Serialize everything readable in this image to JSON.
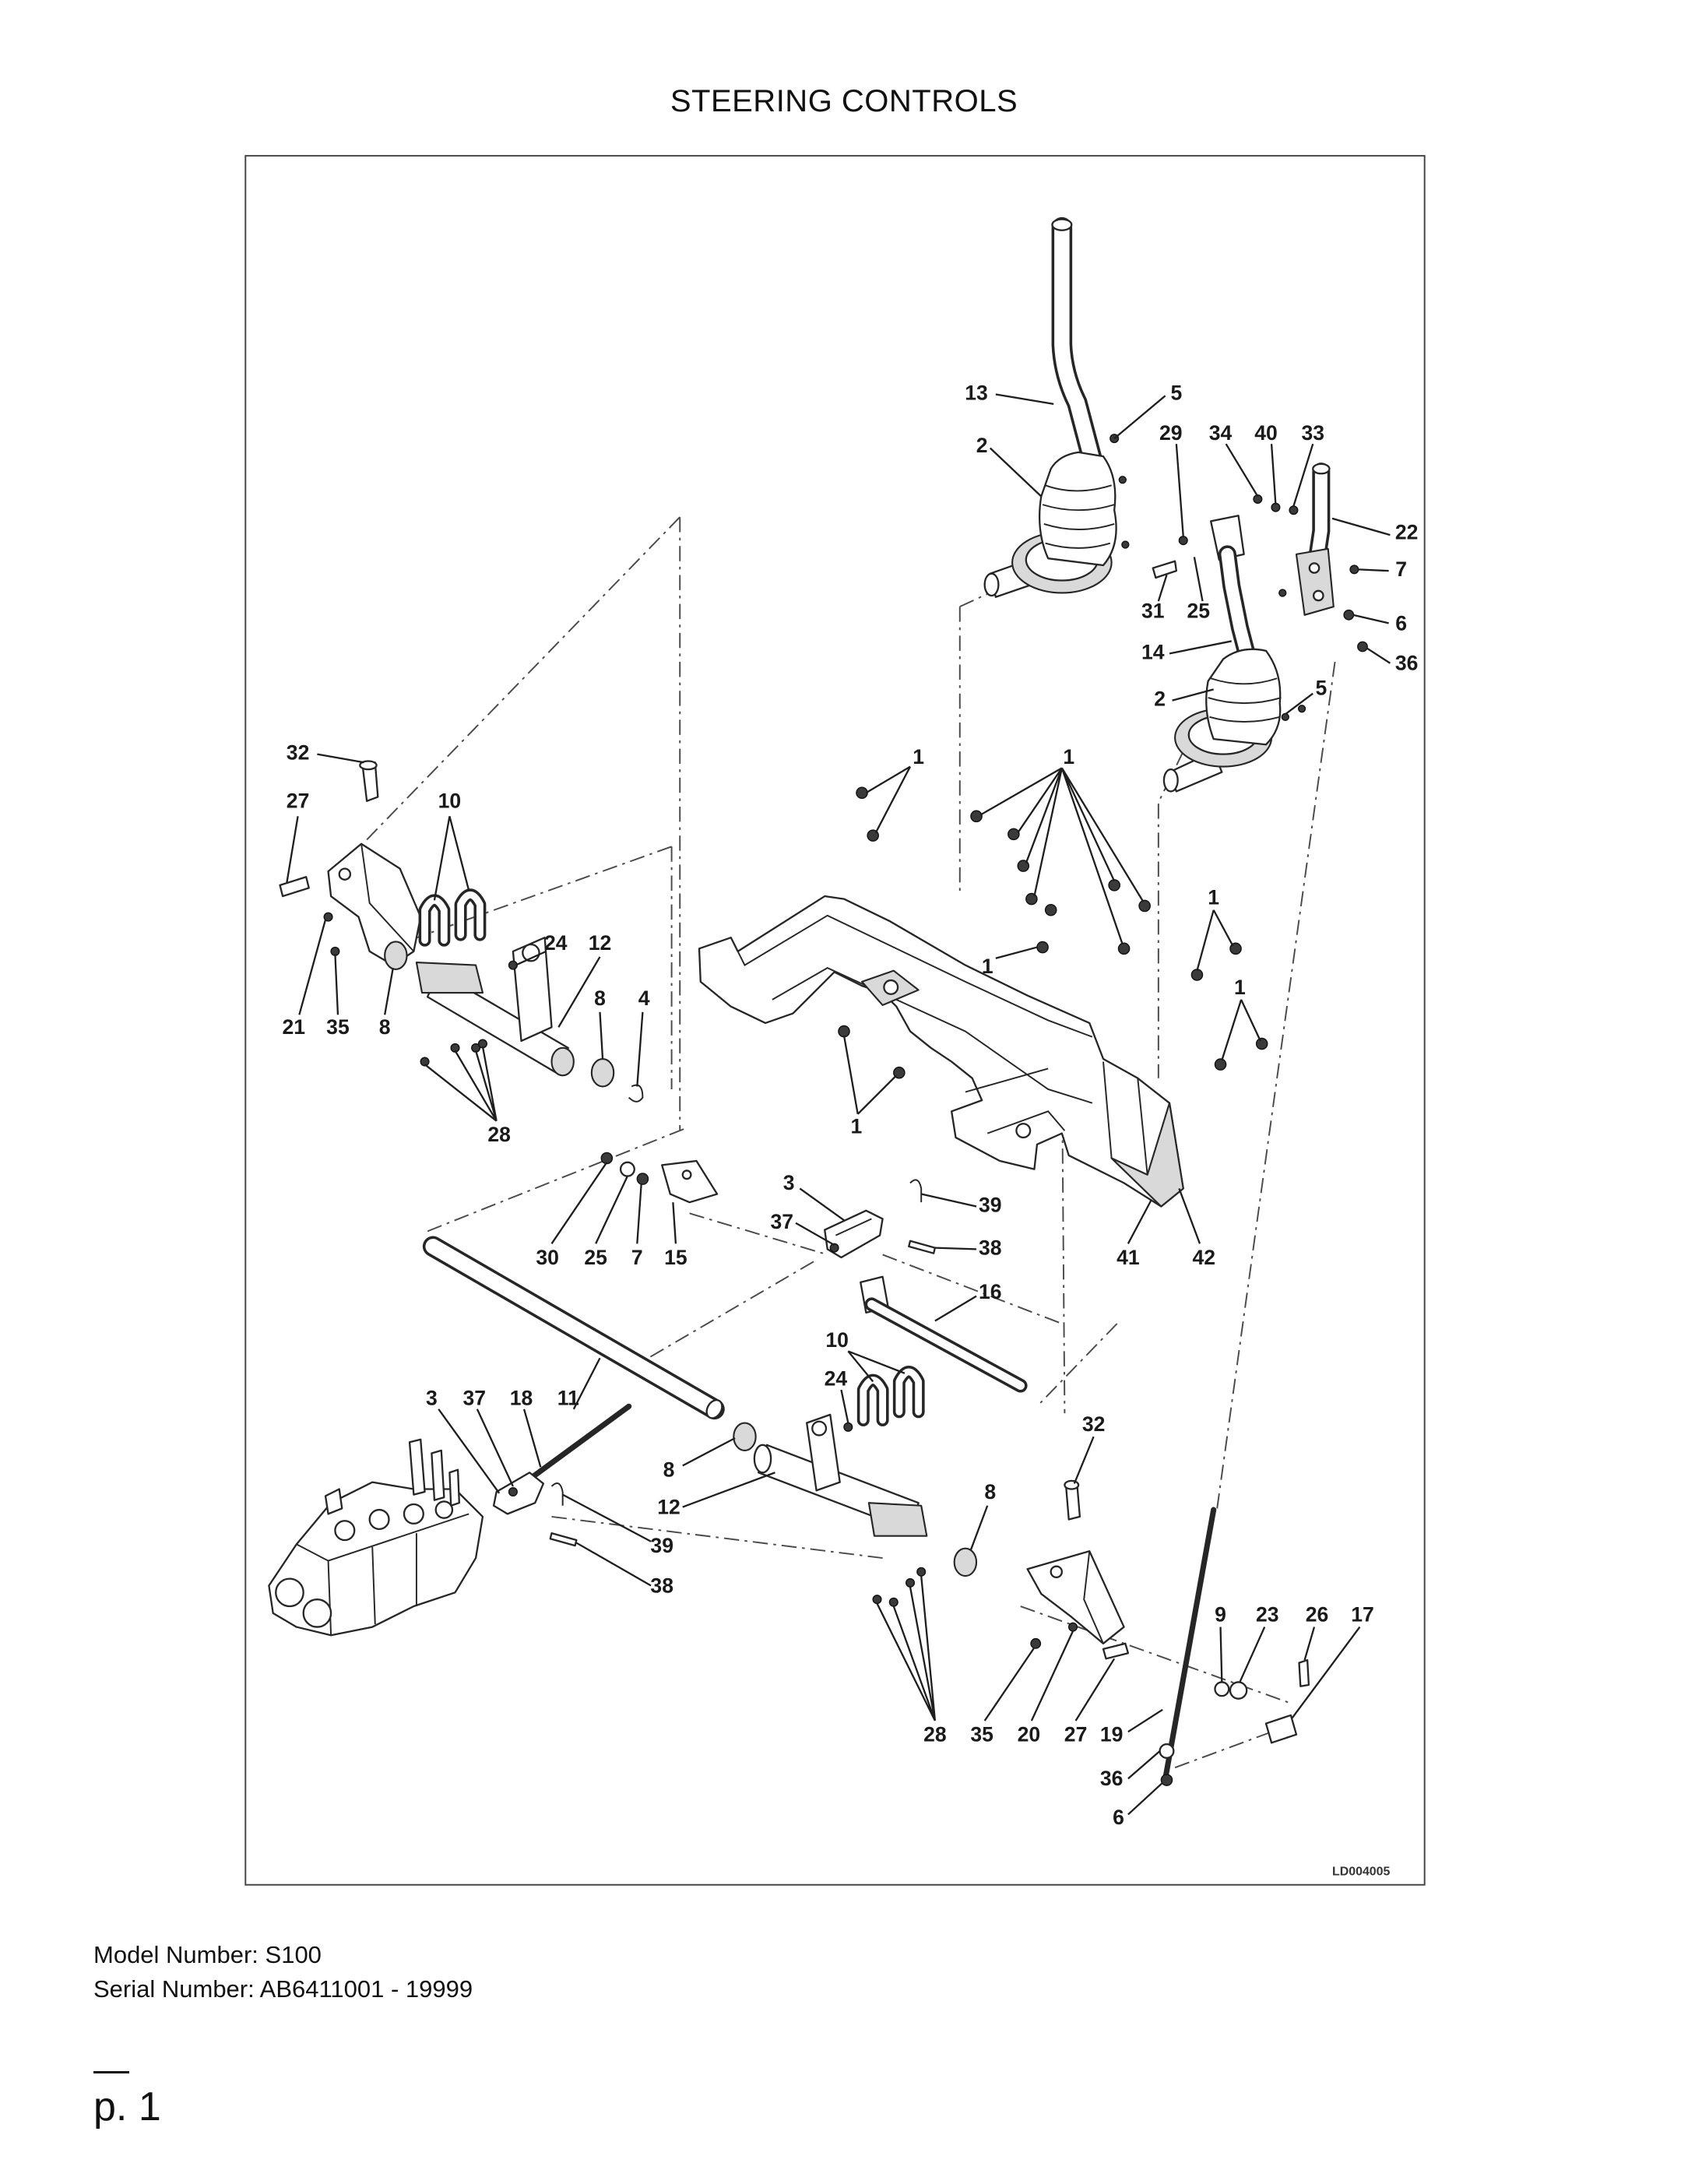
{
  "page": {
    "title": "STEERING CONTROLS",
    "model_number": "Model Number: S100",
    "serial_number": "Serial Number: AB6411001 - 19999",
    "page_label": "p. 1"
  },
  "diagram": {
    "image_code": "LD004005",
    "callouts": [
      "13",
      "5",
      "2",
      "29",
      "34",
      "40",
      "33",
      "22",
      "7",
      "31",
      "25",
      "6",
      "36",
      "14",
      "2",
      "5",
      "32",
      "27",
      "10",
      "24",
      "12",
      "8",
      "4",
      "21",
      "35",
      "8",
      "28",
      "1",
      "1",
      "1",
      "1",
      "1",
      "1",
      "3",
      "39",
      "37",
      "38",
      "30",
      "25",
      "7",
      "15",
      "41",
      "42",
      "16",
      "10",
      "24",
      "3",
      "37",
      "18",
      "11",
      "32",
      "8",
      "12",
      "8",
      "39",
      "38",
      "9",
      "23",
      "26",
      "17",
      "28",
      "35",
      "20",
      "27",
      "19",
      "36",
      "6"
    ]
  }
}
